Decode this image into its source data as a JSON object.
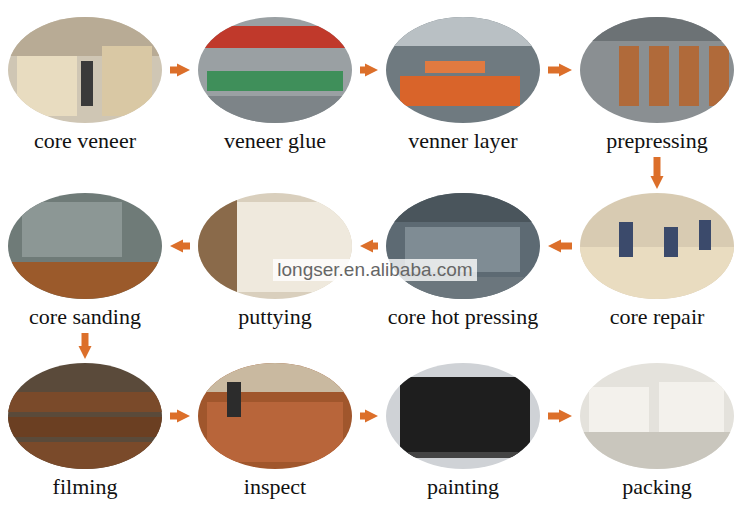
{
  "diagram": {
    "nodes": [
      {
        "text": [
          "core veneer"
        ]
      },
      {
        "text": [
          "veneer glue"
        ]
      },
      {
        "text": [
          "venner layer"
        ]
      },
      {
        "text": [
          "prepressing"
        ]
      },
      {
        "text": [
          "core repair"
        ]
      },
      {
        "text": [
          "core hot pressing"
        ]
      },
      {
        "text": [
          "puttying"
        ]
      },
      {
        "text": [
          "core sanding"
        ]
      },
      {
        "text": [
          "filming"
        ]
      },
      {
        "text": [
          "inspect"
        ]
      },
      {
        "text": [
          "painting"
        ]
      },
      {
        "text": [
          "packing"
        ]
      }
    ],
    "edges": [
      {
        "from": 0,
        "to": 1,
        "arrow": "to"
      },
      {
        "from": 1,
        "to": 2,
        "arrow": "to"
      },
      {
        "from": 2,
        "to": 3,
        "arrow": "to"
      },
      {
        "from": 3,
        "to": 4,
        "arrow": "to"
      },
      {
        "from": 4,
        "to": 5,
        "arrow": "to"
      },
      {
        "from": 5,
        "to": 6,
        "arrow": "to"
      },
      {
        "from": 6,
        "to": 7,
        "arrow": "to"
      },
      {
        "from": 7,
        "to": 8,
        "arrow": "to"
      },
      {
        "from": 8,
        "to": 9,
        "arrow": "to"
      },
      {
        "from": 9,
        "to": 10,
        "arrow": "to"
      },
      {
        "from": 10,
        "to": 11,
        "arrow": "to"
      }
    ],
    "labels": [
      "longser.en.alibaba.com"
    ]
  }
}
